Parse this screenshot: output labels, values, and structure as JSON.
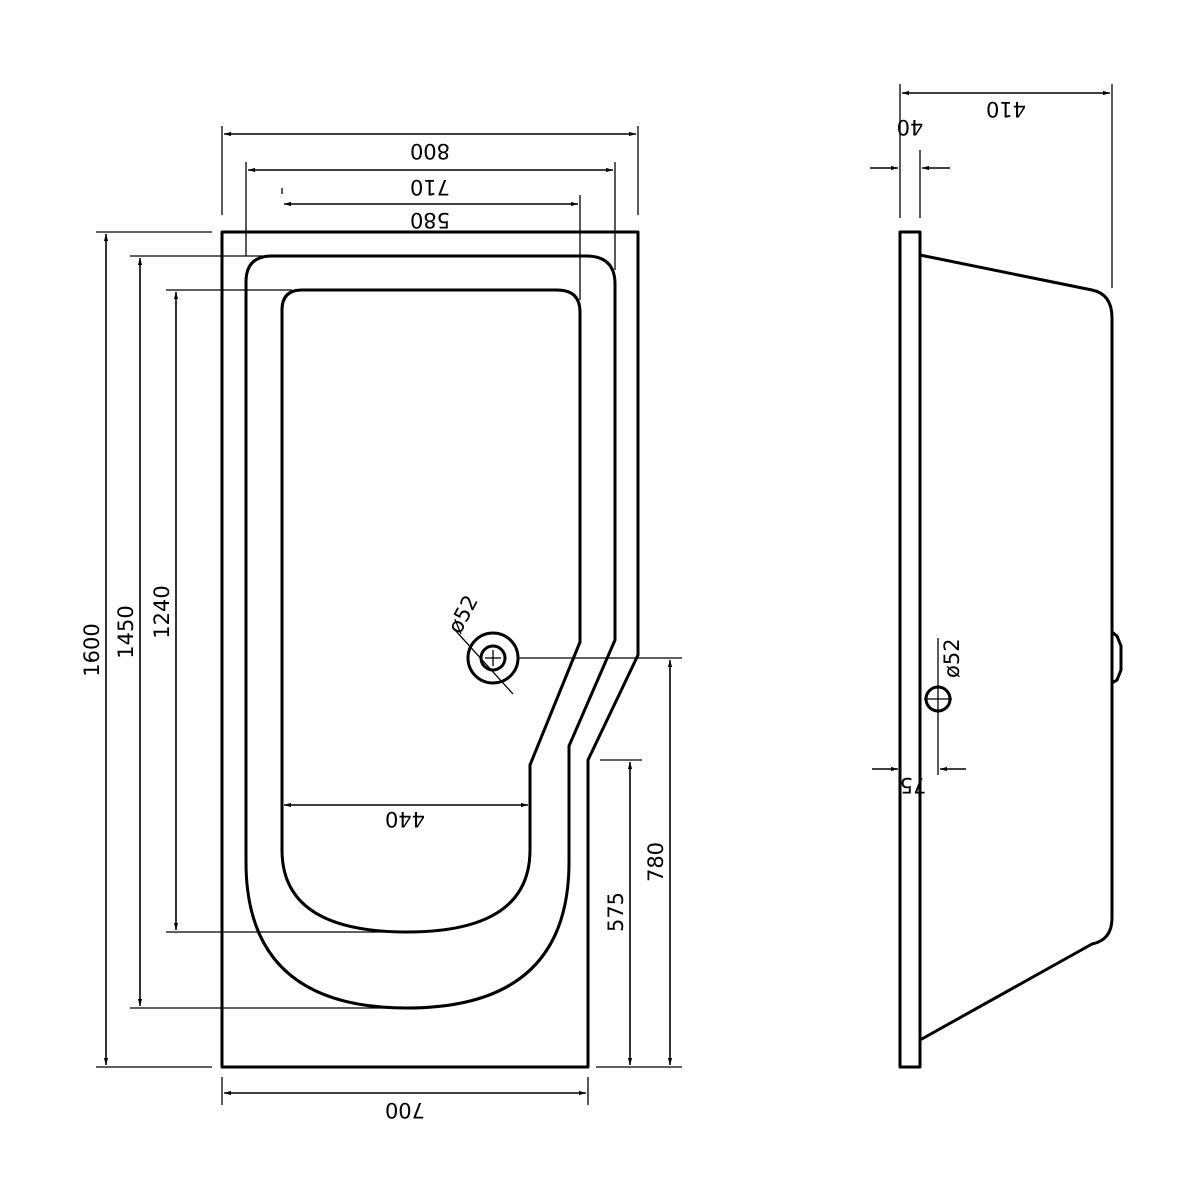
{
  "plan_view": {
    "width_labels": {
      "overall": "800",
      "outer_rim": "710",
      "inner_basin": "580"
    },
    "bottom_width_label": "700",
    "length_labels": {
      "overall": "1600",
      "outer_rim": "1450",
      "inner_basin": "1240"
    },
    "basin_width_label": "440",
    "right_heights": {
      "step": "780",
      "lower": "575"
    },
    "waste_label": "ø52"
  },
  "side_view": {
    "depth_label": "410",
    "rim_label": "40",
    "waste_label": "ø52",
    "waste_offset_label": "75"
  }
}
